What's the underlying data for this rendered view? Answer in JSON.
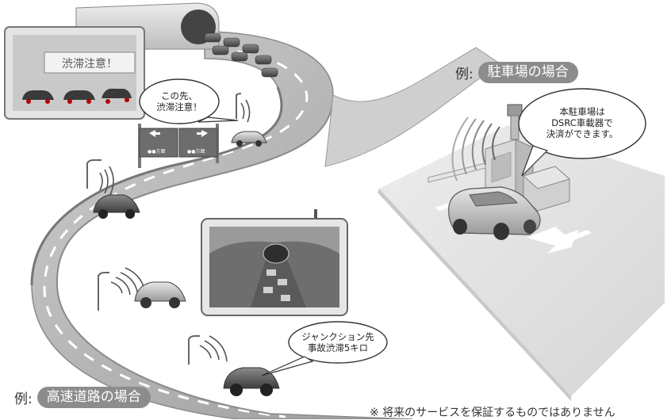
{
  "sign_board": {
    "text": "渋滞注意！"
  },
  "bubbles": {
    "congestion": {
      "line1": "この先、",
      "line2": "渋滞注意！"
    },
    "parking": {
      "line1": "本駐車場は",
      "line2": "DSRC車載器で",
      "line3": "決済ができます。"
    },
    "junction": {
      "line1": "ジャンクション先",
      "line2": "事故渋滞5キロ"
    }
  },
  "gantry": {
    "left": "●●方面",
    "right": "●●方面"
  },
  "labels": {
    "parking": {
      "prefix": "例:",
      "title": "駐車場の場合"
    },
    "highway": {
      "prefix": "例:",
      "title": "高速道路の場合"
    }
  },
  "footnote": "※ 将来のサービスを保証するものではありません",
  "colors": {
    "pill": "#8c8c8c",
    "road": "#a9a9a9",
    "parking_lot": "#e0e0e0"
  }
}
